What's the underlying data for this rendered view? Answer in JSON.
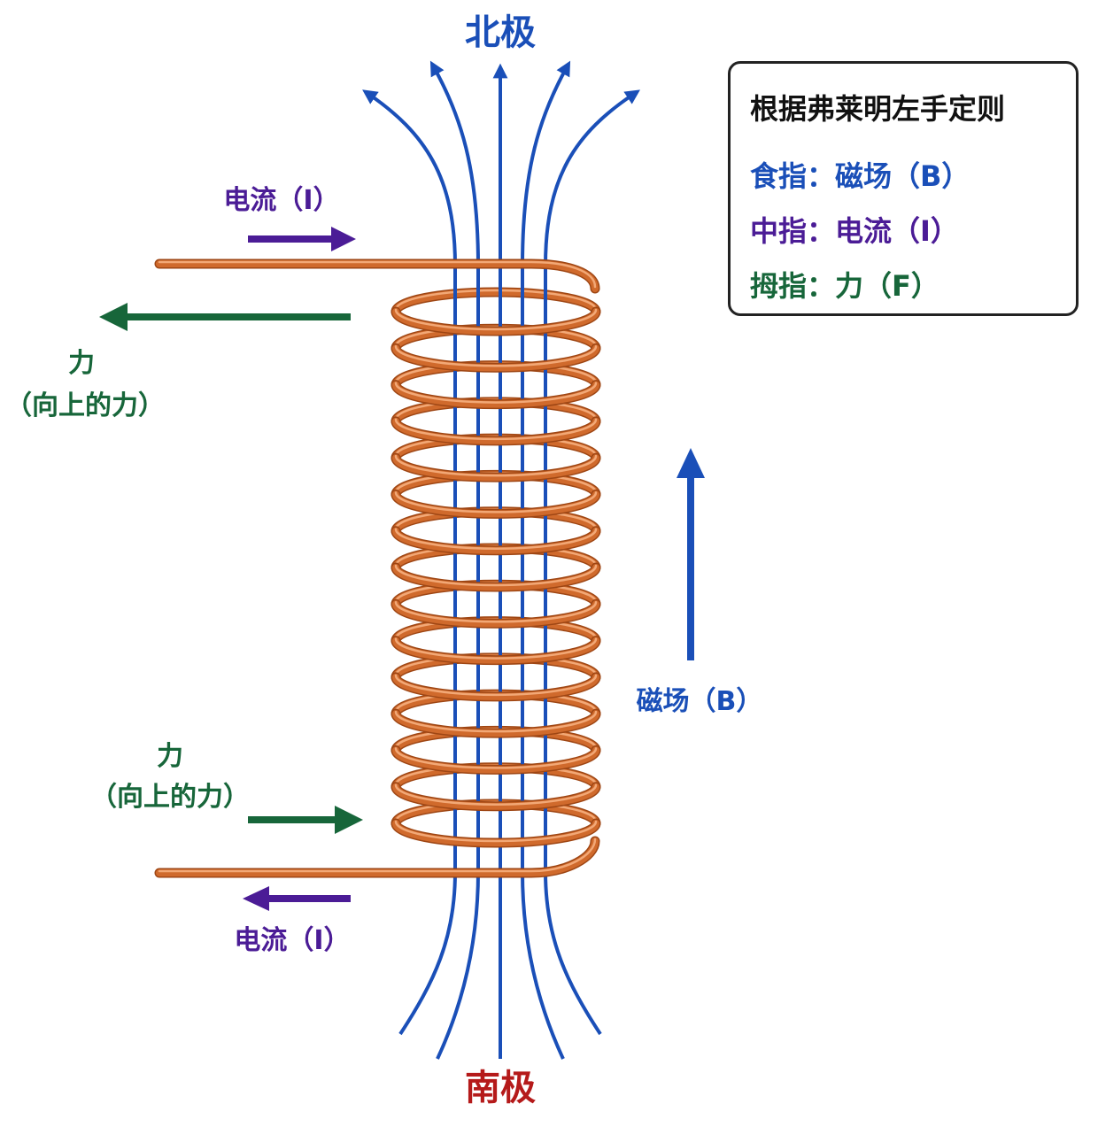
{
  "labels": {
    "north": "北极",
    "south": "南极",
    "current_top": "电流（I）",
    "current_bottom": "电流（I）",
    "force_left_1": "力",
    "force_left_2": "（向上的力）",
    "force_bottom_1": "力",
    "force_bottom_2": "（向上的力）",
    "field": "磁场（B）"
  },
  "legend": {
    "title": "根据弗莱明左手定则",
    "items": [
      {
        "text": "食指：磁场（B）"
      },
      {
        "text": "中指：电流（I）"
      },
      {
        "text": "拇指：力（F）"
      }
    ]
  },
  "colors": {
    "field": "#1a4fb8",
    "current": "#4b1c96",
    "force": "#17663a",
    "south": "#b51a1a",
    "coil": "#d06a2c",
    "coil_dark": "#9e4614",
    "coil_light": "#f2a876"
  },
  "coil_turns": 15
}
